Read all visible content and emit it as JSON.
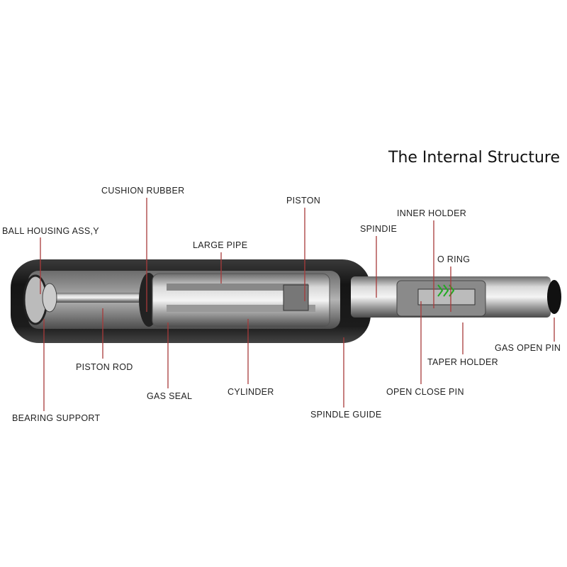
{
  "title": "The Internal Structure",
  "labels": {
    "cushion_rubber": "CUSHION RUBBER",
    "piston": "PISTON",
    "inner_holder": "INNER HOLDER",
    "ball_housing": "BALL HOUSING ASS,Y",
    "spindie": "SPINDIE",
    "large_pipe": "LARGE PIPE",
    "o_ring": "O RING",
    "piston_rod": "PISTON ROD",
    "gas_open_pin": "GAS OPEN PIN",
    "taper_holder": "TAPER HOLDER",
    "gas_seal": "GAS SEAL",
    "cylinder": "CYLINDER",
    "open_close_pin": "OPEN CLOSE PIN",
    "bearing_support": "BEARING SUPPORT",
    "spindle_guide": "SPINDLE GUIDE"
  },
  "colors": {
    "leader": "#a83a3a",
    "body": "#1e1e1e"
  }
}
